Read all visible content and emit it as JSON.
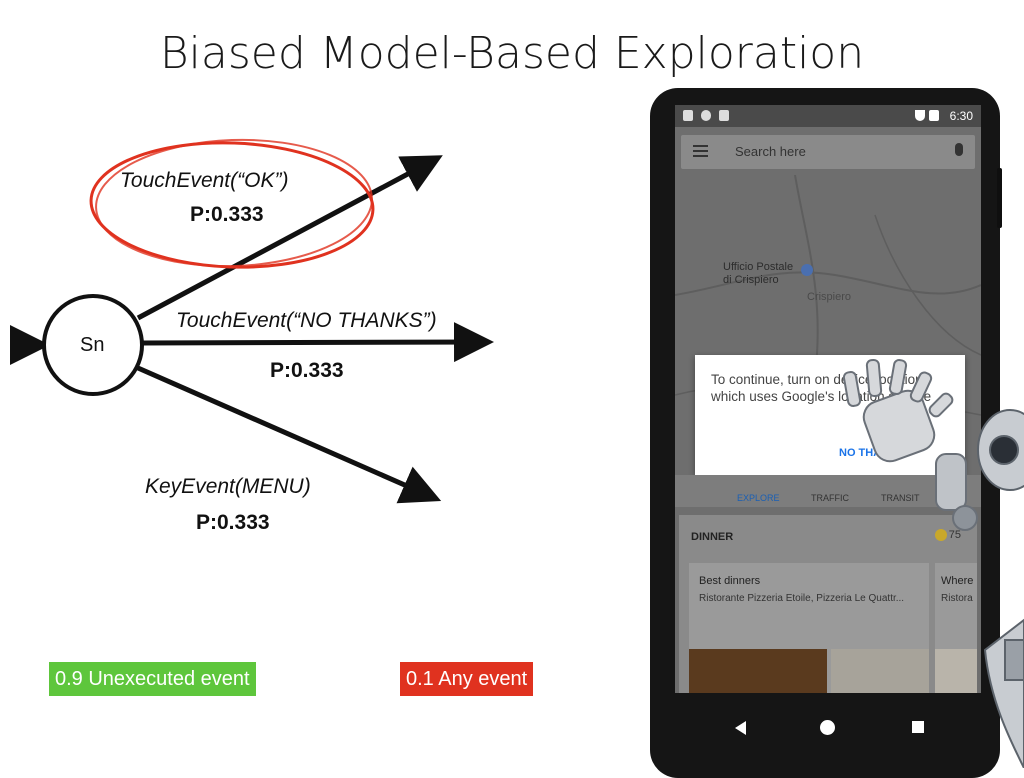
{
  "title": "Biased Model-Based Exploration",
  "diagram": {
    "node": "Sn",
    "edges": [
      {
        "label": "TouchEvent(“OK”)",
        "prob": "P:0.333"
      },
      {
        "label": "TouchEvent(“NO THANKS”)",
        "prob": "P:0.333"
      },
      {
        "label": "KeyEvent(MENU)",
        "prob": "P:0.333"
      }
    ],
    "legend": {
      "green": "0.9 Unexecuted event",
      "red": "0.1 Any event"
    },
    "colors": {
      "green": "#5ec63c",
      "red": "#e0321f",
      "highlight": "#e0321f"
    }
  },
  "phone": {
    "status_time": "6:30",
    "search_placeholder": "Search here",
    "map_labels": [
      "Ufficio Postale",
      "di Crispiero",
      "Crispiero"
    ],
    "dialog": {
      "message": "To continue, turn on device location, which uses Google's location service",
      "button": "NO THANKS"
    },
    "tabs": [
      "EXPLORE",
      "TRAFFIC",
      "TRANSIT"
    ],
    "card": {
      "header": "DINNER",
      "count": "75",
      "best_title": "Best dinners",
      "best_desc": "Ristorante Pizzeria Etoile, Pizzeria Le Quattr...",
      "other_title": "Where",
      "other_desc": "Ristora"
    }
  }
}
